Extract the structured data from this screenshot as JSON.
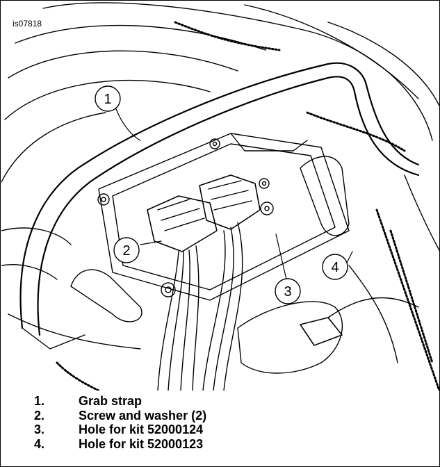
{
  "figure": {
    "id": "is07818",
    "callouts": [
      "1",
      "2",
      "3",
      "4"
    ]
  },
  "legend": [
    {
      "number": "1.",
      "label": "Grab strap"
    },
    {
      "number": "2.",
      "label": "Screw and washer (2)"
    },
    {
      "number": "3.",
      "label": "Hole for kit 52000124"
    },
    {
      "number": "4.",
      "label": "Hole for kit 52000123"
    }
  ]
}
